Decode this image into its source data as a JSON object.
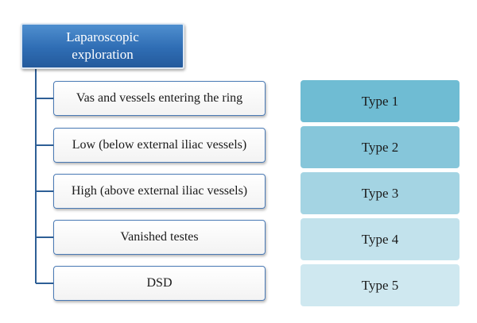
{
  "root": {
    "line1": "Laparoscopic",
    "line2": "exploration",
    "color": "#2f6db4"
  },
  "items": [
    {
      "label": "Vas and vessels entering the ring"
    },
    {
      "label": "Low (below external iliac vessels)"
    },
    {
      "label": "High (above external iliac vessels)"
    },
    {
      "label": "Vanished testes"
    },
    {
      "label": "DSD"
    }
  ],
  "types": [
    {
      "label": "Type 1",
      "color": "#6fbcd3"
    },
    {
      "label": "Type 2",
      "color": "#86c6da"
    },
    {
      "label": "Type 3",
      "color": "#a4d4e3"
    },
    {
      "label": "Type 4",
      "color": "#c2e2ec"
    },
    {
      "label": "Type 5",
      "color": "#cfe8f0"
    }
  ],
  "connector_color": "#2e5f96"
}
